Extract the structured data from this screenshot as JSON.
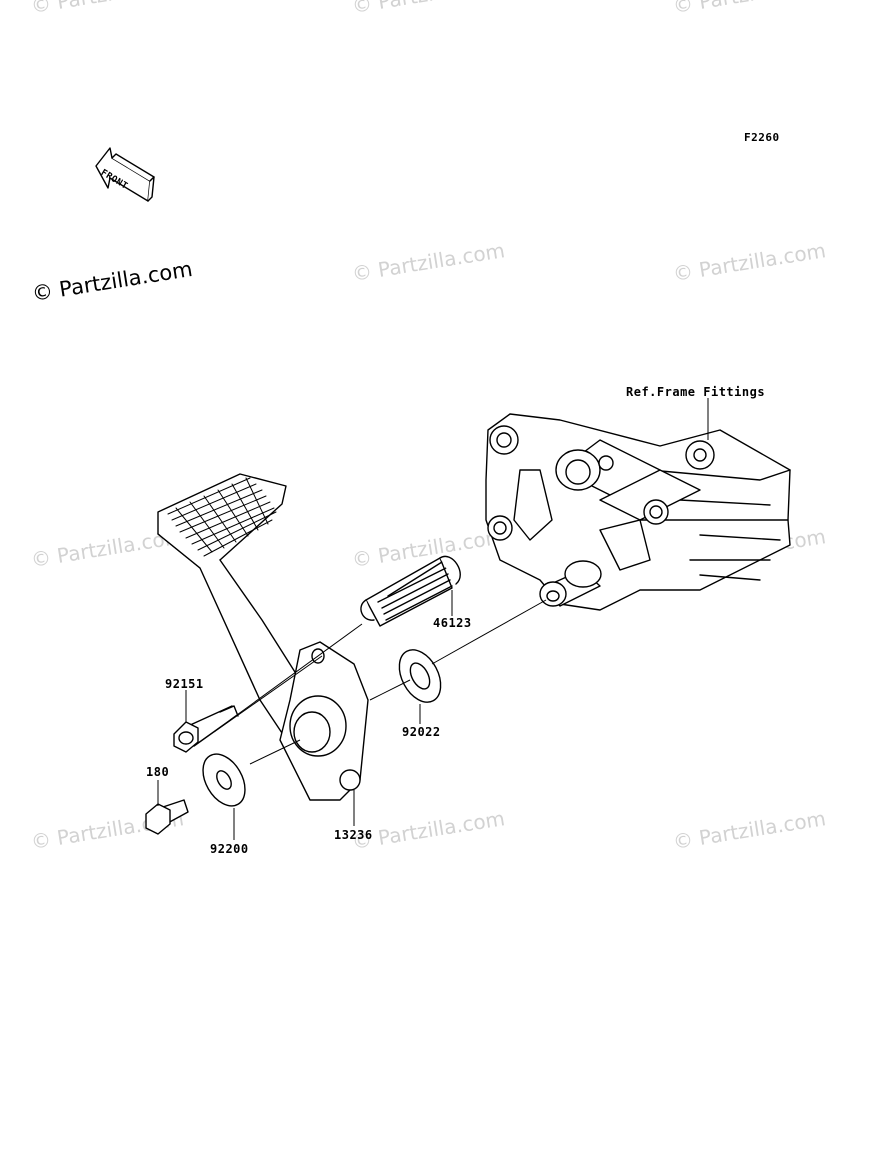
{
  "diagram_code": "F2260",
  "front_label": "FRONT",
  "reference_label": "Ref.Frame Fittings",
  "watermark": "© Partzilla.com",
  "parts": [
    {
      "number": "46123",
      "name_id": "spring"
    },
    {
      "number": "92151",
      "name_id": "pivot-bolt"
    },
    {
      "number": "92022",
      "name_id": "washer-small"
    },
    {
      "number": "180",
      "name_id": "bolt"
    },
    {
      "number": "92200",
      "name_id": "washer-large"
    },
    {
      "number": "13236",
      "name_id": "brake-pedal"
    }
  ]
}
